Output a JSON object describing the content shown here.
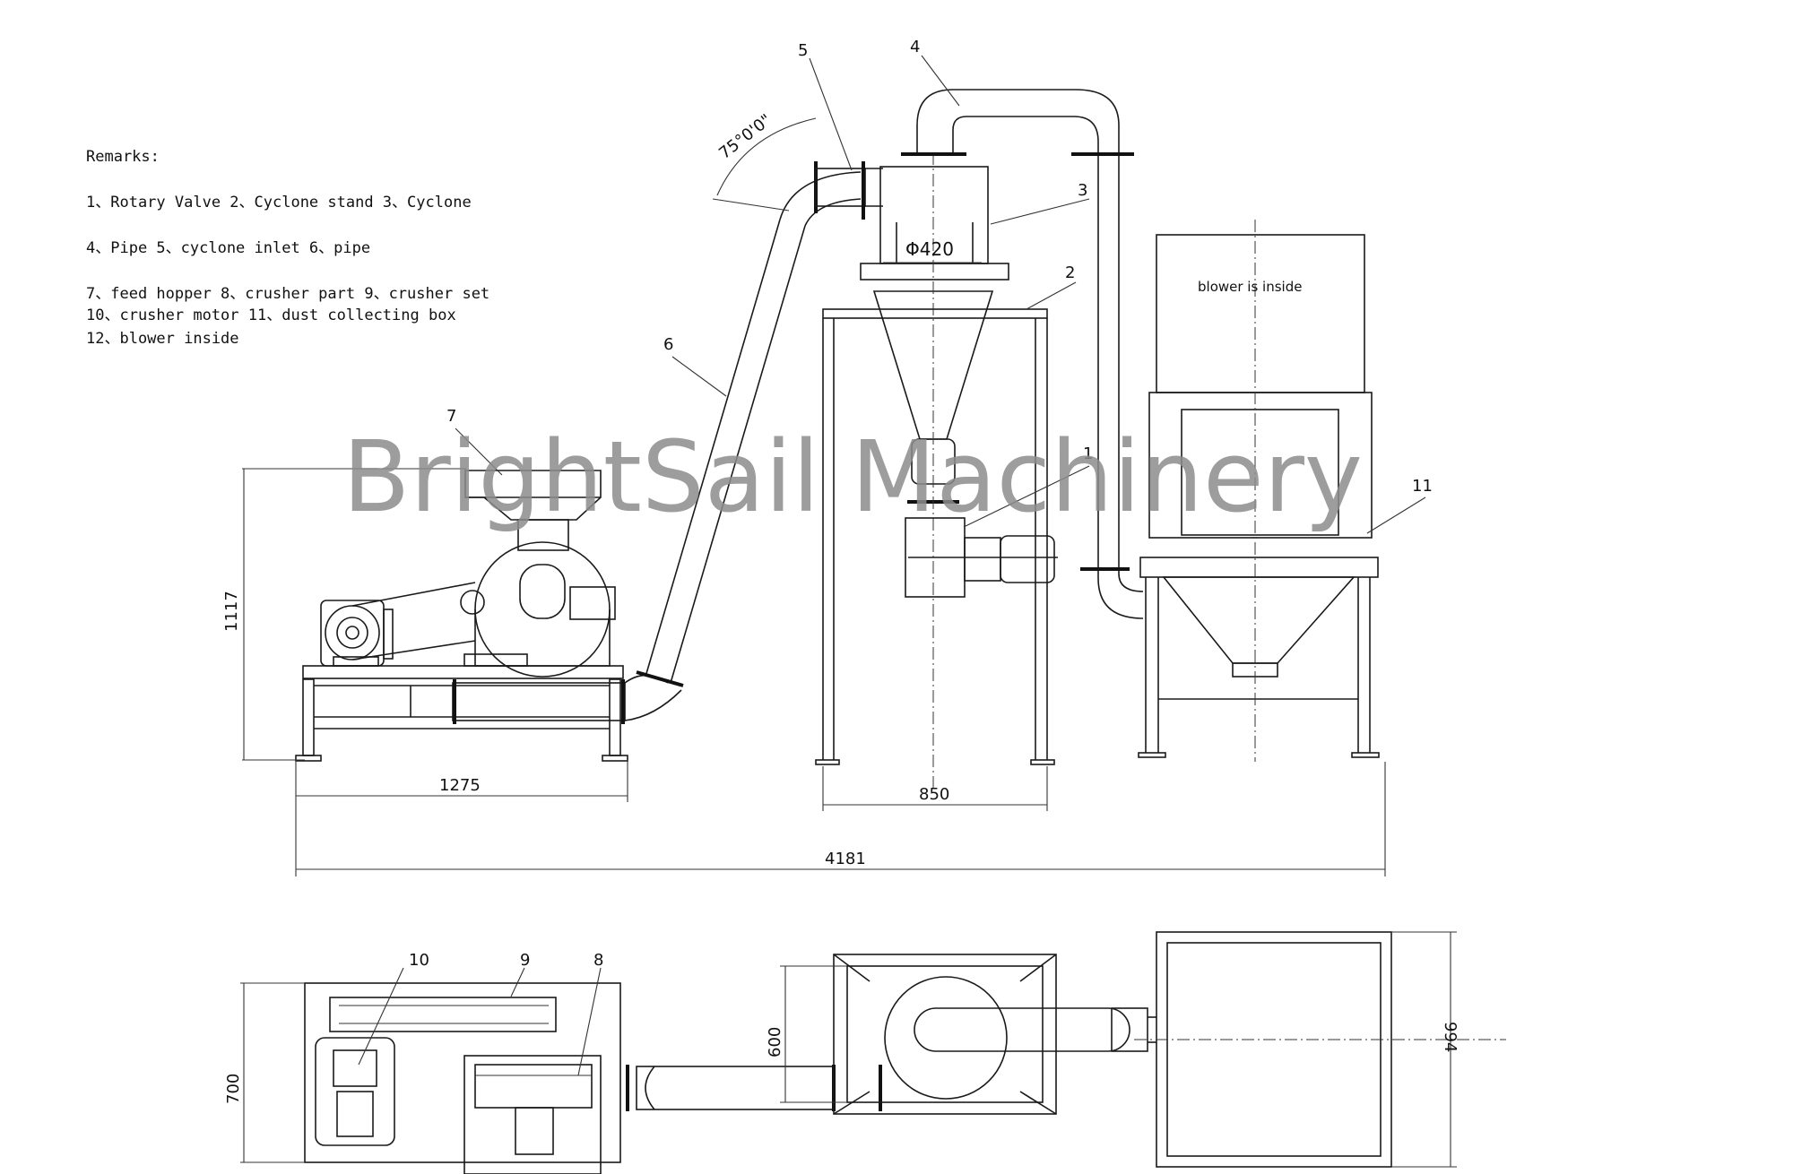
{
  "remarks": {
    "title": "Remarks:",
    "lines": [
      "1、Rotary Valve  2、Cyclone stand  3、Cyclone",
      "4、Pipe  5、cyclone inlet  6、pipe",
      "7、feed hopper  8、crusher part 9、crusher set",
      "10、crusher motor 11、dust collecting box",
      "12、blower inside"
    ]
  },
  "watermark": "BrightSail Machinery",
  "blower_note": "blower is inside",
  "callouts": {
    "c1": "1",
    "c2": "2",
    "c3": "3",
    "c4": "4",
    "c5": "5",
    "c6": "6",
    "c7": "7",
    "c8": "8",
    "c9": "9",
    "c10": "10",
    "c11": "11"
  },
  "dimensions": {
    "height_crusher": "1117",
    "width_crusher": "1275",
    "stand_width": "850",
    "total_length": "4181",
    "cyclone_diameter": "Φ420",
    "inlet_angle": "75°0'0\"",
    "plan_depth": "700",
    "cyclone_plan": "600",
    "box_plan": "994"
  }
}
